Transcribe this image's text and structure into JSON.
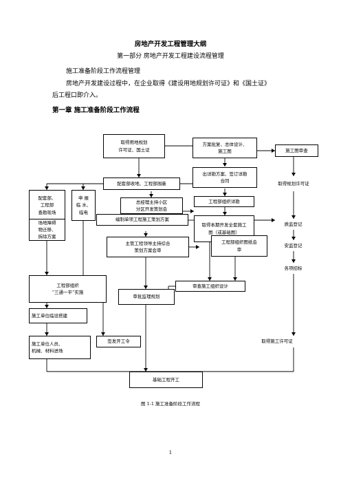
{
  "doc": {
    "title": "房地产开发工程管理大纲",
    "part": "第一部分    房地产开发工程建设流程管理",
    "para1": "施工准备阶段工作流程管理",
    "para2": "房地产开发建设过程中，在企业取得《建设用地规划许可证》和《国土证》",
    "para3": "后工程口即介入。",
    "chapter": "第一章    施工准备阶段工作流程",
    "caption": "图 1-1 施工准备阶段工作流程",
    "page_number": "1"
  },
  "flow": {
    "n1": "取得用地规划\n许可证、国土证",
    "n2": "方案批复、总体设计、\n施工图",
    "n3": "施工图审查",
    "n4": "出详勘方案、签订详勘\n合同",
    "n5": "取得规划许可证",
    "n6": "配套部收地、工程部围蔽",
    "n7": "配套部、\n工程部\n查勘现场",
    "n8": "申 报\n临 水、\n临电",
    "n9": "总经理主持小区\n分区开发策划会",
    "n10": "工程部组织详勘",
    "n11": "取得本期开发全套施工\n图（或基础图）",
    "n12": "质监登记",
    "n13": "场地障碍\n物迁移、\n拆除方案",
    "n14": "编制单项工程施工策划方案",
    "n15": "安监登记",
    "n16": "主管工程领导主持综合\n策划方案会审",
    "n17": "工程部组织图纸会\n审",
    "n18": "各项招标",
    "n19": "工程部组织\n“三通一平”实施",
    "n20": "审查施工组织设计",
    "n21": "审批监理规划",
    "n22": "施工单位临设搭建",
    "n23": "施工单位人员、\n机械、材料进场",
    "n24": "签发开工令",
    "n25": "取得施工许可证",
    "n26": "基础工程开工"
  }
}
